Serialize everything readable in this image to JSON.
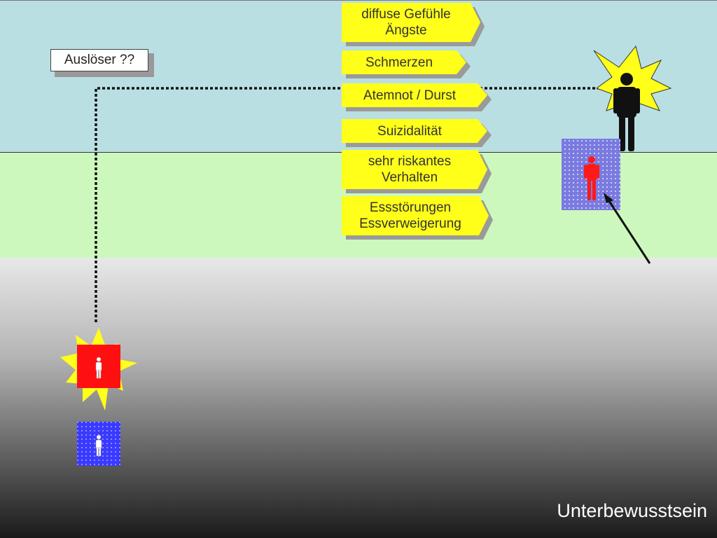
{
  "labels": {
    "trigger": "Auslöser ??",
    "caption": "Unterbewusstsein"
  },
  "symptoms": [
    {
      "line1": "diffuse Gefühle",
      "line2": "Ängste"
    },
    {
      "line1": "Schmerzen",
      "line2": ""
    },
    {
      "line1": "Atemnot / Durst",
      "line2": ""
    },
    {
      "line1": "Suizidalität",
      "line2": ""
    },
    {
      "line1": "sehr riskantes",
      "line2": "Verhalten"
    },
    {
      "line1": "Essstörungen",
      "line2": "Essverweigerung"
    }
  ],
  "colors": {
    "top_band": "#b9dfe3",
    "middle_band": "#ccf8bd",
    "tag_fill": "#ffff1a",
    "star_fill": "#ffff1a",
    "red_box": "#ff1010",
    "blue_box": "#3a3aff",
    "blue_pattern_box": "#7a7ae0"
  },
  "icons": [
    "person-icon",
    "star-burst-icon",
    "arrow-icon"
  ]
}
